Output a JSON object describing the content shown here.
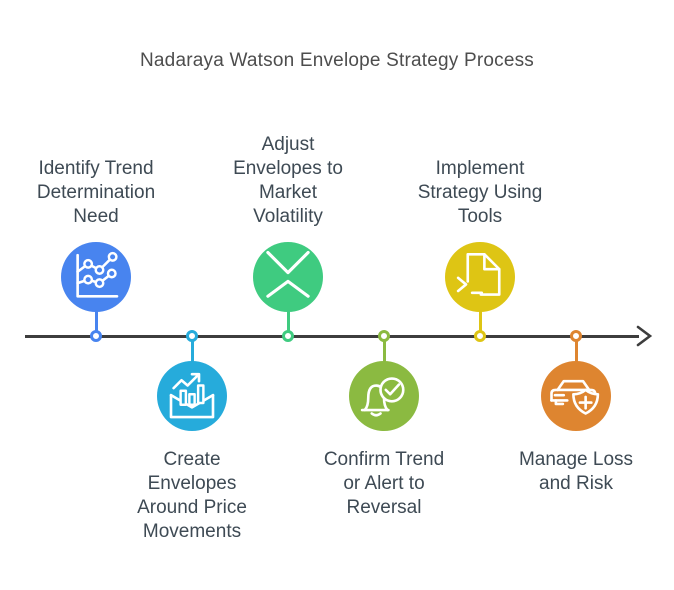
{
  "title": "Nadaraya Watson Envelope Strategy Process",
  "timeline": {
    "color": "#3d3d3d"
  },
  "nodes": [
    {
      "label": "Identify Trend\nDetermination\nNeed",
      "icon": "line-chart-icon",
      "color": "#4884ef",
      "position": "above"
    },
    {
      "label": "Create\nEnvelopes\nAround Price\nMovements",
      "icon": "envelope-chart-icon",
      "color": "#26abdb",
      "position": "below"
    },
    {
      "label": "Adjust\nEnvelopes to\nMarket\nVolatility",
      "icon": "converging-x-icon",
      "color": "#3fcb80",
      "position": "above"
    },
    {
      "label": "Confirm Trend\nor Alert to\nReversal",
      "icon": "bell-check-icon",
      "color": "#8bba41",
      "position": "below"
    },
    {
      "label": "Implement\nStrategy Using\nTools",
      "icon": "code-document-icon",
      "color": "#dec514",
      "position": "above"
    },
    {
      "label": "Manage Loss\nand Risk",
      "icon": "car-shield-icon",
      "color": "#de8530",
      "position": "below"
    }
  ]
}
